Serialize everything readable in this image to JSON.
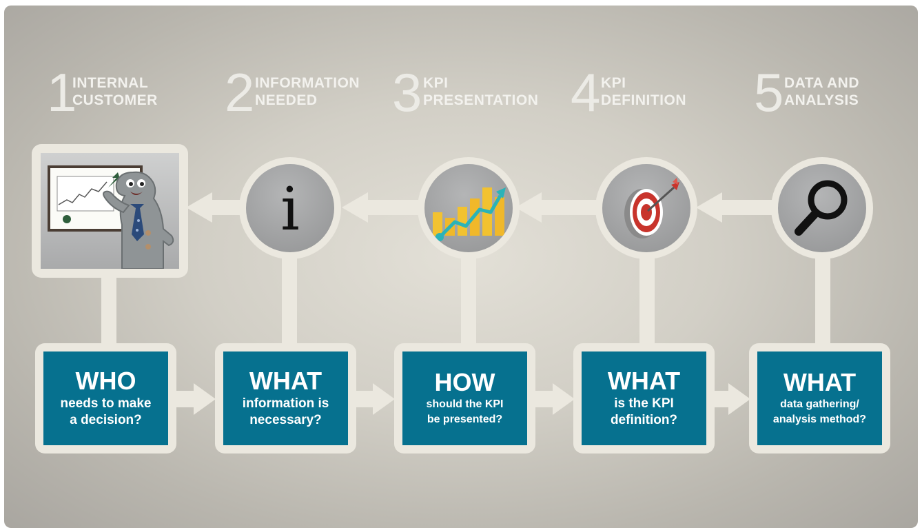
{
  "steps": [
    {
      "number": "1",
      "label_line1": "INTERNAL",
      "label_line2": "CUSTOMER",
      "question_title": "WHO",
      "question_line1": "needs to make",
      "question_line2": "a decision?",
      "visual": "presenter-mascot-image"
    },
    {
      "number": "2",
      "label_line1": "INFORMATION",
      "label_line2": "NEEDED",
      "question_title": "WHAT",
      "question_line1": "information is",
      "question_line2": "necessary?",
      "visual": "info-icon"
    },
    {
      "number": "3",
      "label_line1": "KPI",
      "label_line2": "PRESENTATION",
      "question_title": "HOW",
      "question_line1": "should the KPI",
      "question_line2": "be presented?",
      "visual": "chart-icon"
    },
    {
      "number": "4",
      "label_line1": "KPI",
      "label_line2": "DEFINITION",
      "question_title": "WHAT",
      "question_line1": "is the KPI",
      "question_line2": "definition?",
      "visual": "target-icon"
    },
    {
      "number": "5",
      "label_line1": "DATA AND",
      "label_line2": "ANALYSIS",
      "question_title": "WHAT",
      "question_line1": "data gathering/",
      "question_line2": "analysis method?",
      "visual": "magnifier-icon"
    }
  ],
  "info_glyph": "i",
  "colors": {
    "box_fill": "#06718f",
    "frame": "#ebe8df",
    "label_text": "#f3f2ee",
    "background_center": "#e3e0d7",
    "background_edge": "#a9a6a0",
    "target_red": "#c8342c",
    "chart_yellow": "#f2c230",
    "chart_teal": "#2bb3b8"
  }
}
